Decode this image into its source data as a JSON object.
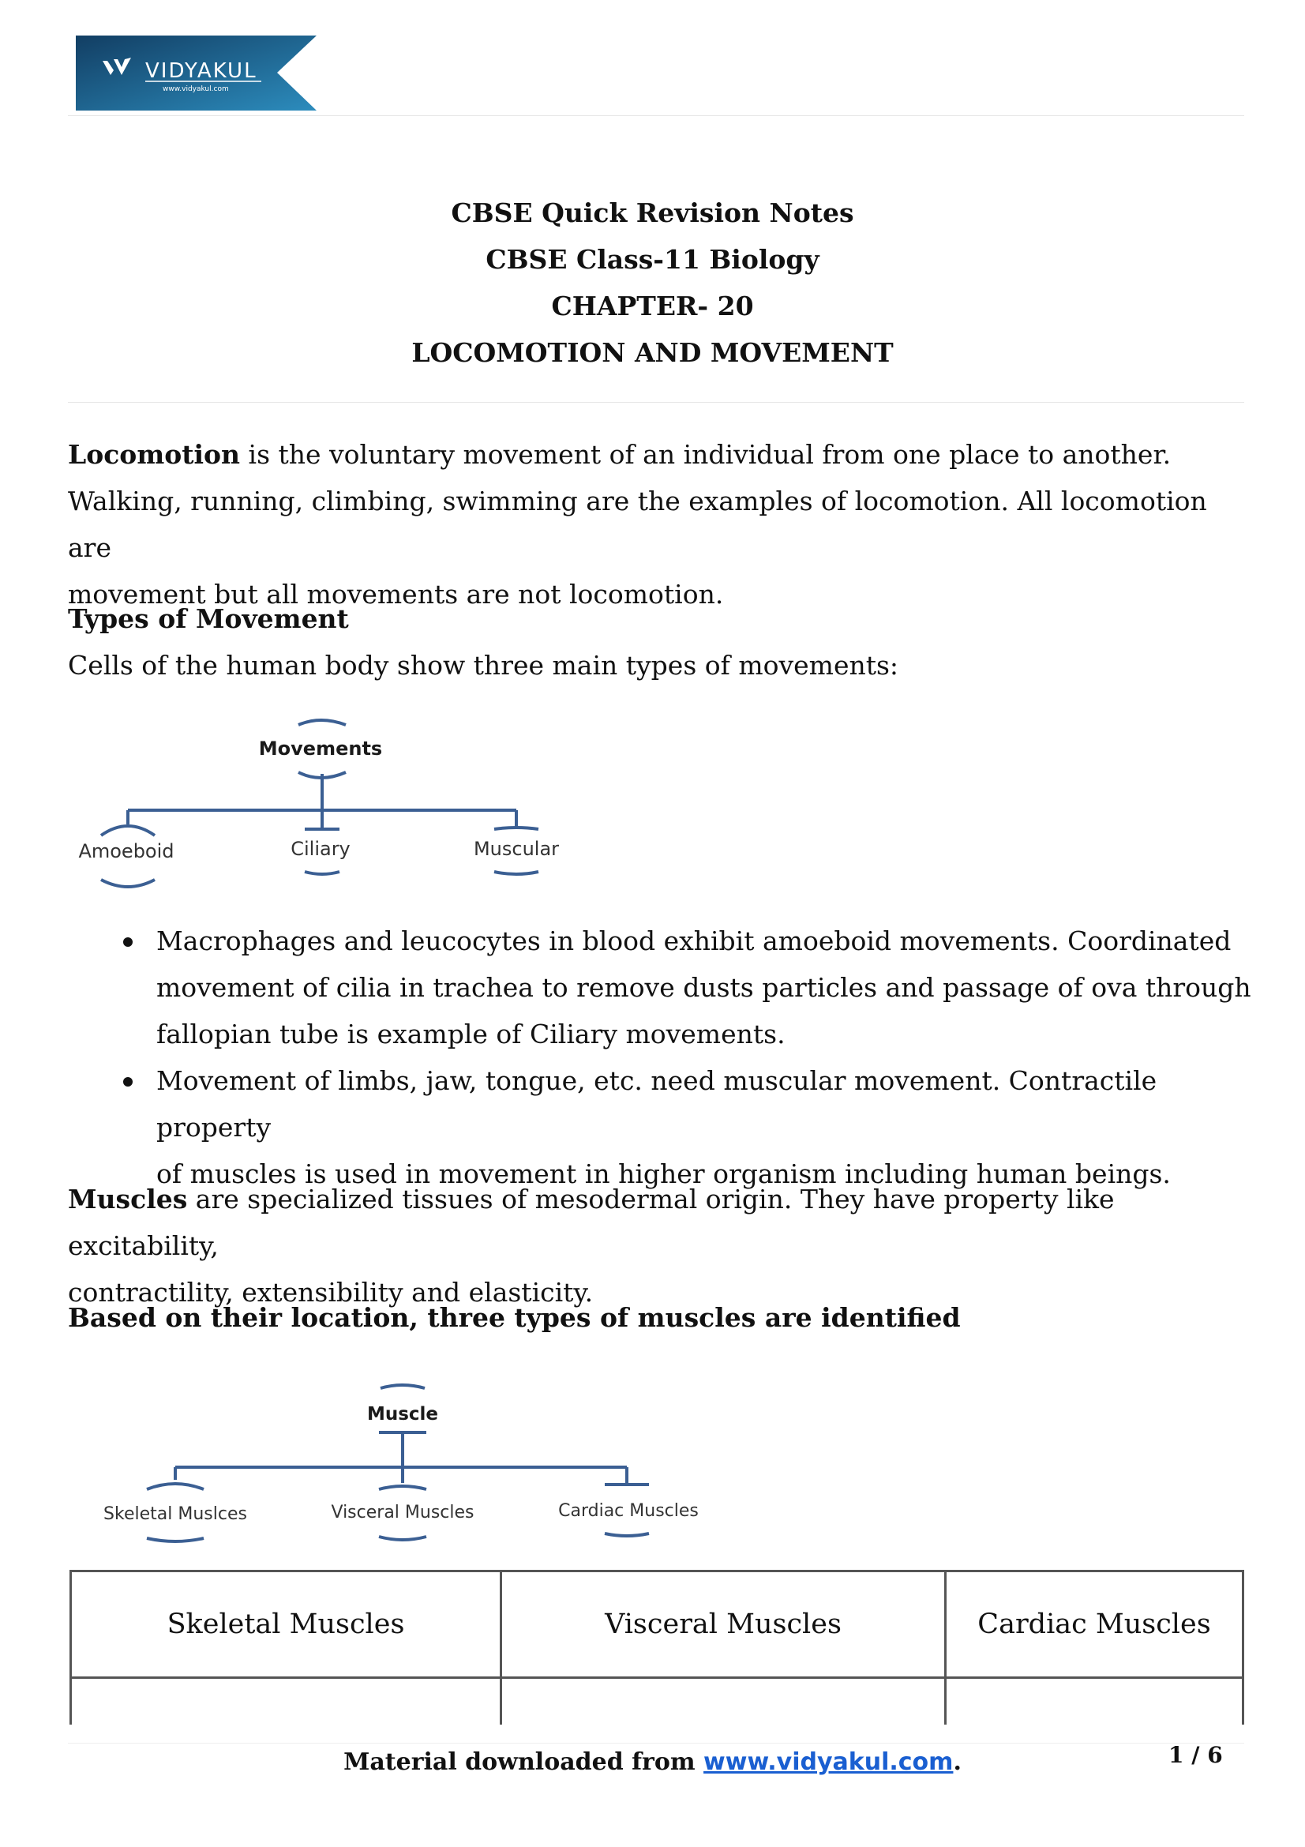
{
  "logo": {
    "brand": "VIDYAKUL",
    "url": "www.vidyakul.com"
  },
  "title": {
    "line1": "CBSE Quick Revision Notes",
    "line2": "CBSE Class-11 Biology",
    "line3": "CHAPTER- 20",
    "line4": "LOCOMOTION AND MOVEMENT"
  },
  "intro": {
    "term": "Locomotion",
    "rest_line1": " is the voluntary movement of an individual from one place to another.",
    "line2": "Walking, running, climbing, swimming are the examples of locomotion. All locomotion are",
    "line3": "movement but all movements are not locomotion."
  },
  "types_section": {
    "heading": "Types of Movement",
    "subtext": "Cells of the human body show three main types of movements:"
  },
  "movements_diagram": {
    "root": "Movements",
    "children": [
      "Amoeboid",
      "Ciliary",
      "Muscular"
    ]
  },
  "bullets": [
    {
      "line1": "Macrophages and leucocytes in blood exhibit amoeboid movements. Coordinated",
      "line2": "movement of cilia in trachea to remove dusts particles and passage of ova through",
      "line3": "fallopian tube is example of Ciliary movements."
    },
    {
      "line1": "Movement of limbs, jaw, tongue, etc. need muscular movement. Contractile property",
      "line2": "of muscles is used in movement in higher organism including human beings."
    }
  ],
  "muscles_para": {
    "term": "Muscles",
    "rest_line1": " are specialized tissues of mesodermal origin. They have property like excitability,",
    "line2": "contractility, extensibility and elasticity."
  },
  "location_heading": "Based on their location, three types of muscles are identified",
  "muscle_diagram": {
    "root": "Muscle",
    "children": [
      "Skeletal Muslces",
      "Visceral Muscles",
      "Cardiac Muscles"
    ]
  },
  "table": {
    "headers": [
      "Skeletal Muscles",
      "Visceral Muscles",
      "Cardiac Muscles"
    ]
  },
  "footer": {
    "prefix": "Material downloaded from ",
    "link": "www.vidyakul.com",
    "suffix": ".",
    "page": "1 / 6"
  },
  "colors": {
    "logo_dark": "#17476f",
    "logo_light": "#2a86b6",
    "diagram_line": "#3b5f93",
    "link": "#1a5fd1"
  }
}
